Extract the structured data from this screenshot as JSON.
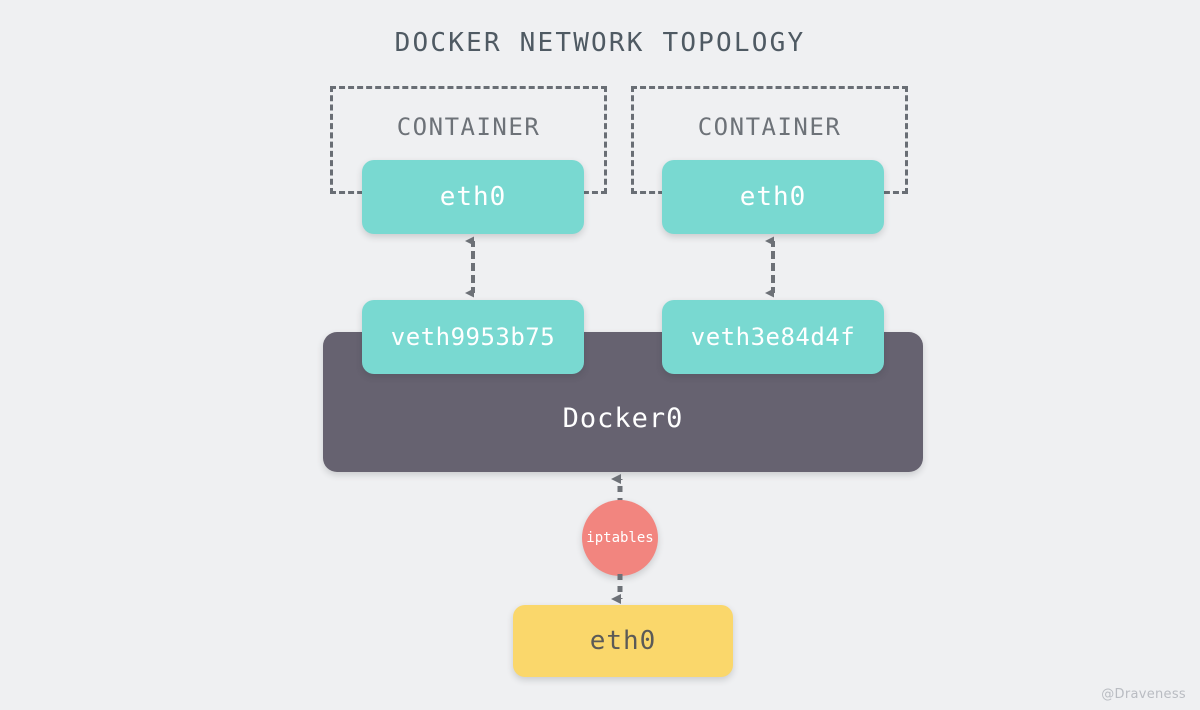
{
  "diagram": {
    "title": "DOCKER NETWORK TOPOLOGY",
    "background_color": "#eff0f2",
    "watermark": "@Draveness"
  },
  "colors": {
    "title_text": "#4f5a63",
    "container_border": "#696e75",
    "container_label_text": "#6d7278",
    "interface_teal": "#79d9d1",
    "bridge_gray": "#666270",
    "host_nic_yellow": "#fad76b",
    "iptables_salmon": "#f2857f",
    "arrow_gray": "#6d7177",
    "watermark_text": "#b9bcc2"
  },
  "containers": [
    {
      "label": "CONTAINER",
      "interface": {
        "label": "eth0"
      }
    },
    {
      "label": "CONTAINER",
      "interface": {
        "label": "eth0"
      }
    }
  ],
  "veth_pairs": [
    {
      "label": "veth9953b75"
    },
    {
      "label": "veth3e84d4f"
    }
  ],
  "bridge": {
    "label": "Docker0"
  },
  "firewall": {
    "label": "iptables"
  },
  "host_interface": {
    "label": "eth0"
  },
  "connections": [
    {
      "from": "container-1-eth0",
      "to": "veth9953b75",
      "style": "dashed",
      "arrows": "both"
    },
    {
      "from": "container-2-eth0",
      "to": "veth3e84d4f",
      "style": "dashed",
      "arrows": "both"
    },
    {
      "from": "docker0",
      "to": "iptables",
      "style": "dashed",
      "arrows": "up"
    },
    {
      "from": "iptables",
      "to": "host-eth0",
      "style": "dashed",
      "arrows": "down"
    }
  ]
}
